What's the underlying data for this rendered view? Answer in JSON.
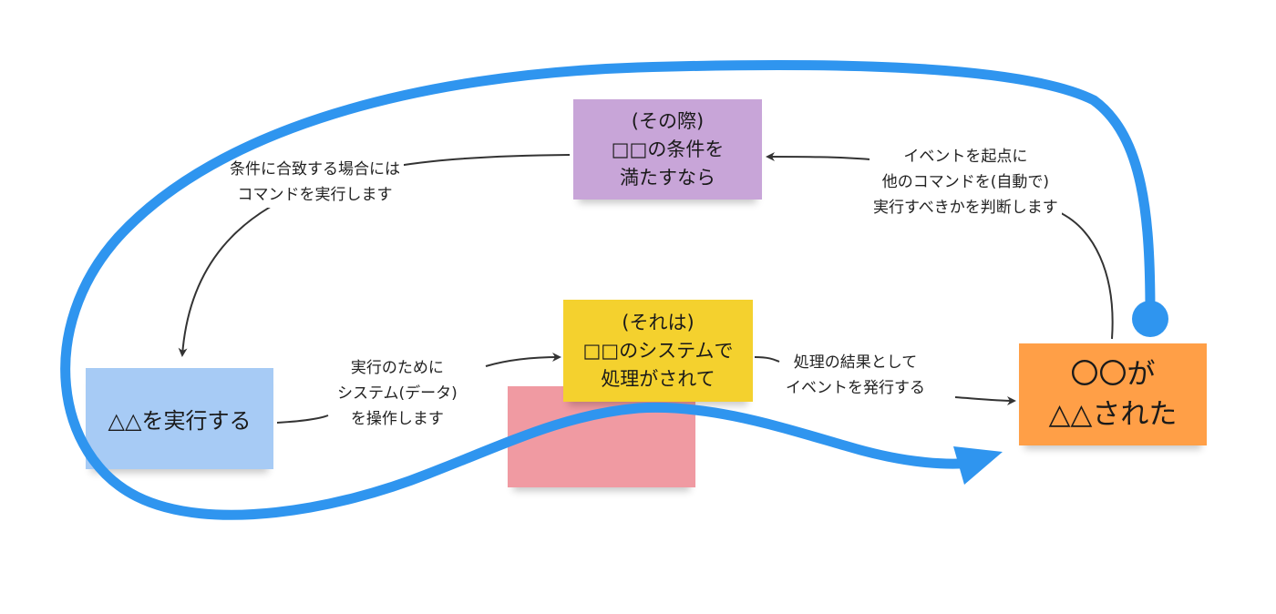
{
  "notes": {
    "policy": {
      "line1": "(その際)",
      "line2": "□□の条件を",
      "line3": "満たすなら",
      "color": "#c8a5d8"
    },
    "aggregate": {
      "line1": "(それは)",
      "line2": "□□のシステムで",
      "line3": "処理がされて",
      "color": "#f4d12e"
    },
    "external": {
      "color": "#f09aa2"
    },
    "command": {
      "text": "△△を実行する",
      "color": "#a7cbf5"
    },
    "event": {
      "line1": "〇〇が",
      "line2": "△△された",
      "color": "#ff9f47"
    }
  },
  "labels": {
    "condition": {
      "line1": "条件に合致する場合には",
      "line2": "コマンドを実行します"
    },
    "execute": {
      "line1": "実行のために",
      "line2": "システム(データ)",
      "line3": "を操作します"
    },
    "result": {
      "line1": "処理の結果として",
      "line2": "イベントを発行する"
    },
    "event_policy": {
      "line1": "イベントを起点に",
      "line2": "他のコマンドを(自動で)",
      "line3": "実行すべきかを判断します"
    }
  },
  "colors": {
    "loop_stroke": "#2f95ef",
    "connector": "#333333"
  }
}
